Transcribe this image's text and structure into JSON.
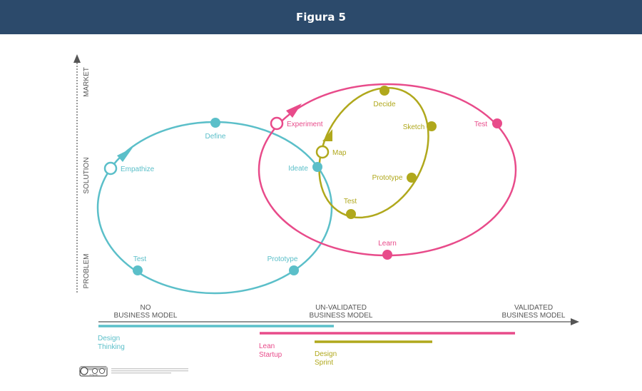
{
  "header": {
    "title": "Figura 5"
  },
  "colors": {
    "design_thinking": "#5bbfc9",
    "lean_startup": "#e84b8a",
    "design_sprint": "#b0a81c",
    "axis": "#555555",
    "label": "#555555",
    "header_bg": "#2c4a6b"
  },
  "y_axis": {
    "labels": [
      "MARKET",
      "SOLUTION",
      "PROBLEM"
    ]
  },
  "x_axis": {
    "labels": [
      {
        "line1": "NO",
        "line2": "BUSINESS MODEL"
      },
      {
        "line1": "UN-VALIDATED",
        "line2": "BUSINESS MODEL"
      },
      {
        "line1": "VALIDATED",
        "line2": "BUSINESS MODEL"
      }
    ]
  },
  "loops": {
    "design_thinking": {
      "nodes": [
        "Empathize",
        "Define",
        "Ideate",
        "Prototype",
        "Test"
      ]
    },
    "lean_startup": {
      "nodes": [
        "Experiment",
        "Test",
        "Learn"
      ]
    },
    "design_sprint": {
      "nodes": [
        "Map",
        "Decide",
        "Sketch",
        "Prototype",
        "Test"
      ]
    }
  },
  "legend": [
    {
      "line1": "Design",
      "line2": "Thinking"
    },
    {
      "line1": "Lean",
      "line2": "Startup"
    },
    {
      "line1": "Design",
      "line2": "Sprint"
    }
  ],
  "license": {
    "badge": "cc by sa"
  }
}
